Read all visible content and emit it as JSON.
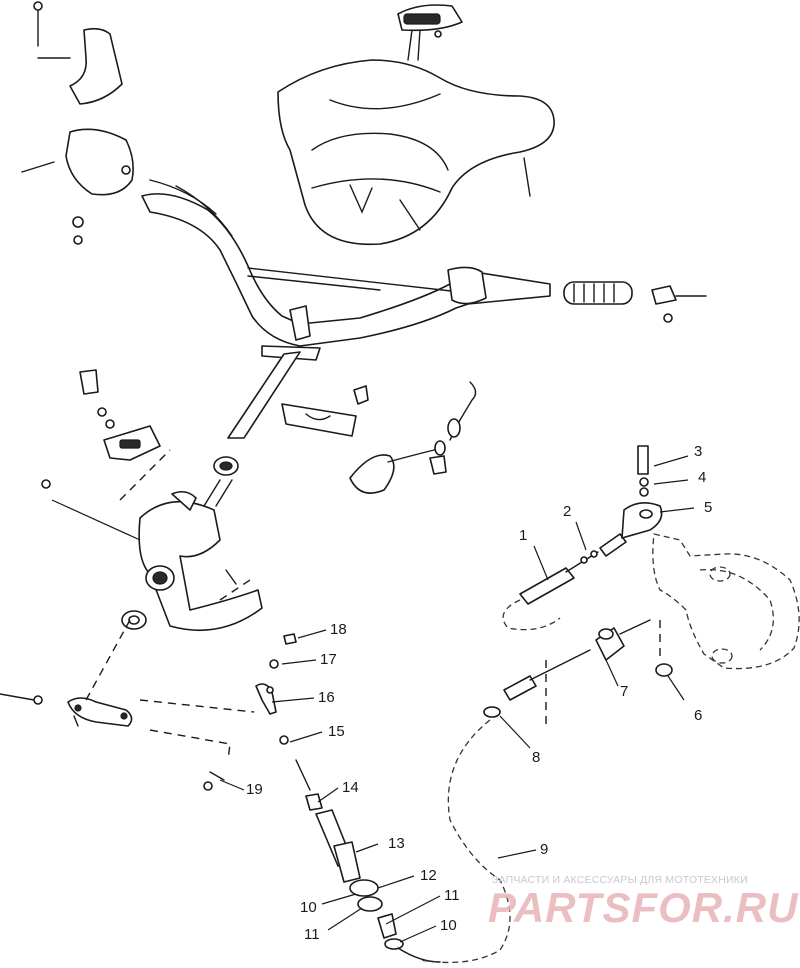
{
  "callouts": [
    "1",
    "2",
    "3",
    "4",
    "5",
    "6",
    "7",
    "8",
    "9",
    "10",
    "11",
    "12",
    "13",
    "14",
    "15",
    "16",
    "17",
    "18",
    "19"
  ],
  "callout_lower_10": "10",
  "callout_lower_11": "11",
  "watermark": {
    "caption": "ЗАПЧАСТИ И АКСЕССУАРЫ ДЛЯ МОТОТЕХНИКИ",
    "brand": "PARTSFOR.RU"
  },
  "colors": {
    "line": "#1a1a1a",
    "watermark": "#e8b4b8"
  }
}
